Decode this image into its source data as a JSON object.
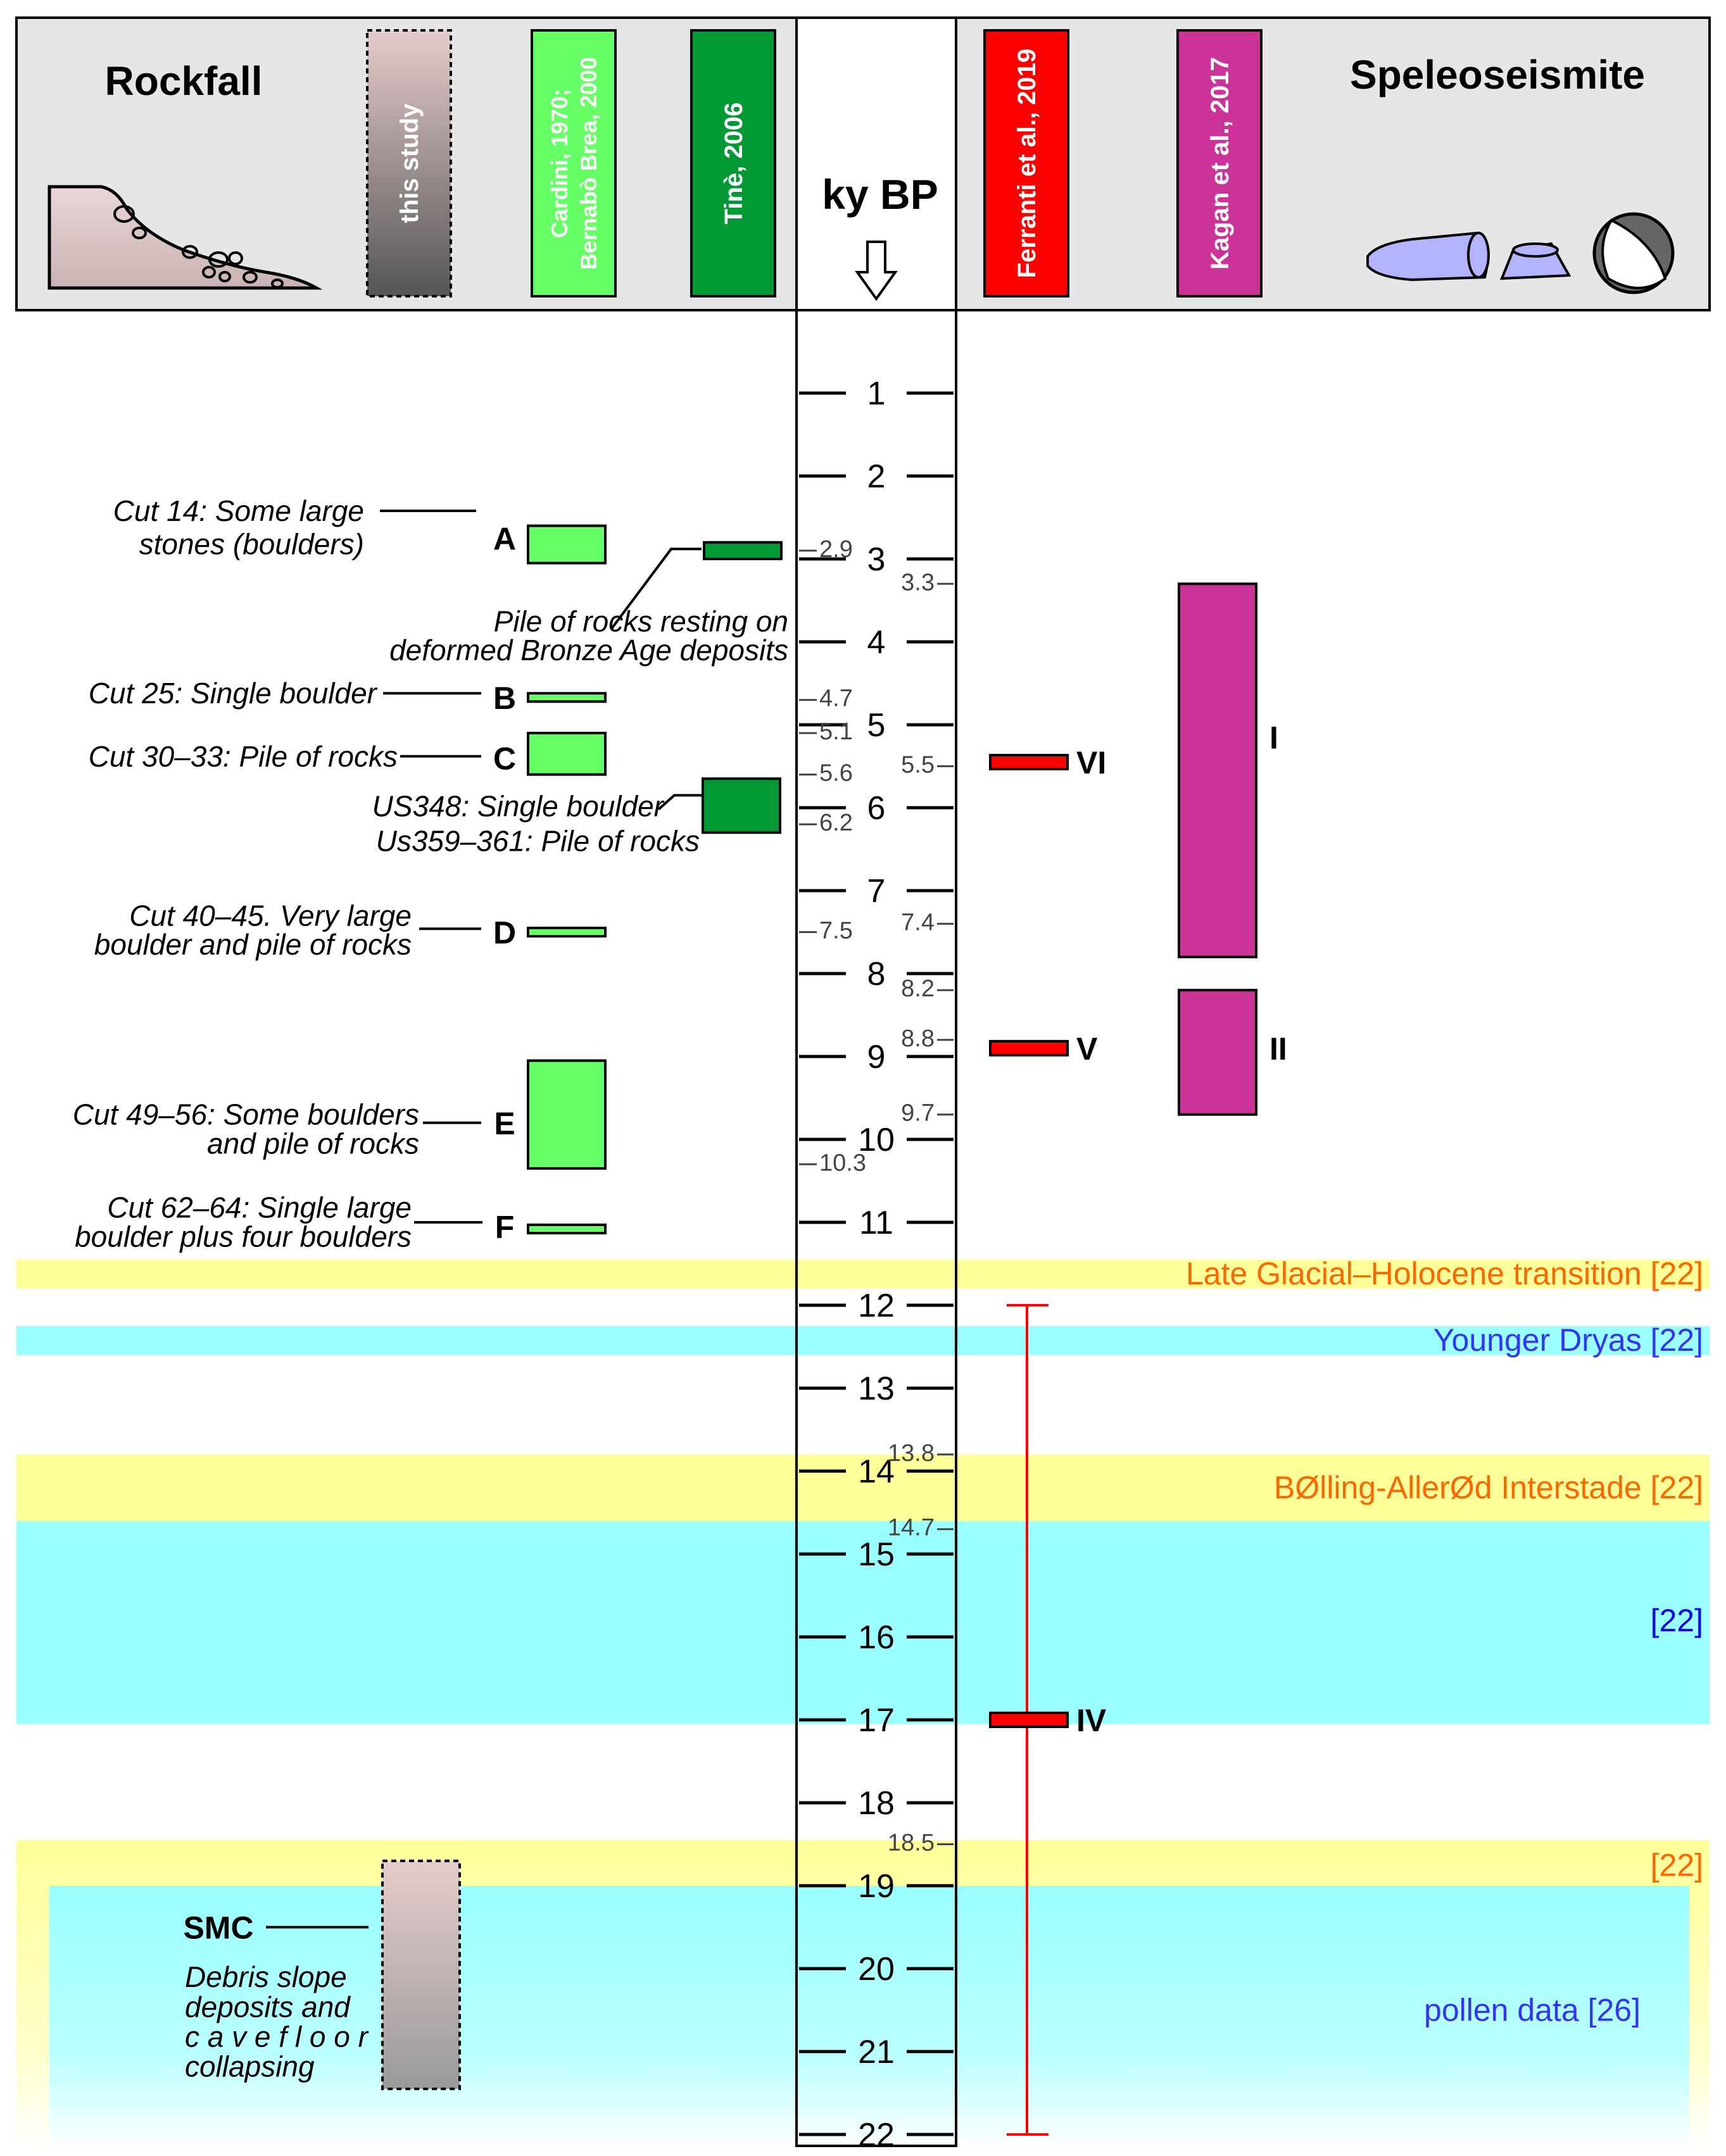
{
  "header": {
    "rockfall_title": "Rockfall",
    "speleo_title": "Speleoseismite",
    "axis_title": "ky BP",
    "sources": {
      "this_study": "this study",
      "cardini_line1": "Cardini, 1970;",
      "cardini_line2": "Bernabò Brea, 2000",
      "tine": "Tinè, 2006",
      "ferranti": "Ferranti et al., 2019",
      "kagan": "Kagan et al., 2017"
    }
  },
  "axis": {
    "unit": "ky BP",
    "min": 0,
    "max": 22,
    "ticks": [
      1,
      2,
      3,
      4,
      5,
      6,
      7,
      8,
      9,
      10,
      11,
      12,
      13,
      14,
      15,
      16,
      17,
      18,
      19,
      20,
      21,
      22
    ],
    "left_marks": [
      2.9,
      4.7,
      5.1,
      5.6,
      6.2,
      7.5,
      10.3
    ],
    "right_marks": [
      3.3,
      5.5,
      7.4,
      8.2,
      8.8,
      9.7,
      13.8,
      14.7,
      18.5
    ]
  },
  "rockfall_events": [
    {
      "id": "A",
      "from": 2.6,
      "to": 3.05,
      "desc_lines": [
        "Cut 14: Some large",
        "stones  (boulders)"
      ]
    },
    {
      "id": "B",
      "from": 4.62,
      "to": 4.72,
      "desc_lines": [
        "Cut 25: Single boulder"
      ]
    },
    {
      "id": "C",
      "from": 5.1,
      "to": 5.6,
      "desc_lines": [
        "Cut 30–33: Pile of rocks"
      ]
    },
    {
      "id": "D",
      "from": 7.45,
      "to": 7.55,
      "desc_lines": [
        "Cut  40–45.  Very  large",
        "boulder and pile of rocks"
      ]
    },
    {
      "id": "E",
      "from": 9.05,
      "to": 10.35,
      "desc_lines": [
        "Cut 49–56: Some boulders",
        "and pile of rocks"
      ]
    },
    {
      "id": "F",
      "from": 11.03,
      "to": 11.13,
      "desc_lines": [
        "Cut  62–64:  Single  large",
        "boulder plus four boulders"
      ]
    }
  ],
  "tine_events": [
    {
      "from": 2.8,
      "to": 3.0,
      "desc_lines": [
        "Pile  of  rocks  resting  on",
        "deformed Bronze Age deposits"
      ]
    },
    {
      "from": 5.65,
      "to": 6.3,
      "desc_lines": [
        "US348: Single boulder",
        "Us359–361: Pile of rocks"
      ]
    }
  ],
  "ferranti_events": [
    {
      "id": "VI",
      "value": 5.45
    },
    {
      "id": "V",
      "value": 8.9
    },
    {
      "id": "IV",
      "value": 17.0
    }
  ],
  "ferranti_range": {
    "from": 12.0,
    "to": 22.0
  },
  "kagan_events": [
    {
      "id": "I",
      "from": 3.3,
      "to": 7.8
    },
    {
      "id": "II",
      "from": 8.2,
      "to": 9.7
    }
  ],
  "smc": {
    "id": "SMC",
    "from": 19.0,
    "to": 22.0,
    "desc_lines": [
      "Debris slope",
      "deposits and",
      "c a v e   f l o o r",
      "collapsing"
    ]
  },
  "bands": [
    {
      "from": 11.45,
      "to": 11.8,
      "color": "#ffff99",
      "label": "Late Glacial–Holocene transition [22]",
      "label_color": "#ff6600"
    },
    {
      "from": 12.25,
      "to": 12.6,
      "color": "#99ffff",
      "label": "Younger Dryas [22]",
      "label_color": "#3333ff"
    },
    {
      "from": 13.8,
      "to": 14.6,
      "color": "#ffff99",
      "label": "BØlling-AllerØd Interstade [22]",
      "label_color": "#ff6600"
    },
    {
      "from": 14.6,
      "to": 17.05,
      "color": "#99ffff",
      "label": "[22]",
      "label_color": "#0000ff"
    },
    {
      "from": 18.45,
      "to": 22.2,
      "color": "#ffff99",
      "label": "[22]",
      "label_color": "#ff6600"
    },
    {
      "from": 19.0,
      "to": 22.2,
      "color": "#99ffff",
      "label": "pollen data [26]",
      "label_color": "#3333ff"
    }
  ],
  "colors": {
    "cardini": "#66ff66",
    "tine": "#009933",
    "ferranti": "#ff0000",
    "kagan": "#cc3399",
    "this_study_top": "#e6cccc",
    "this_study_bottom": "#555555",
    "header_bg": "#e6e6e6"
  }
}
